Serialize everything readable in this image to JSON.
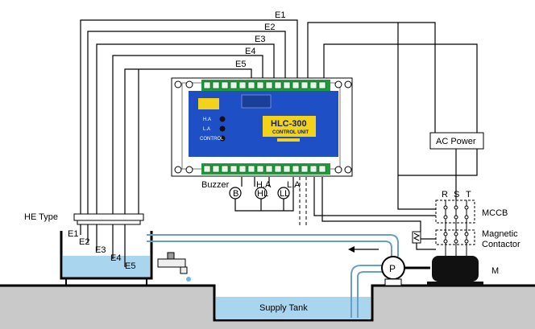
{
  "labels": {
    "e1": "E1",
    "e2": "E2",
    "e3": "E3",
    "e4": "E4",
    "e5": "E5",
    "ac_power": "AC Power",
    "buzzer": "Buzzer",
    "ha": "H.A",
    "la": "L.A",
    "buzzer_symbol": "B",
    "hl_symbol": "HL",
    "ll_symbol": "LL",
    "mccb": "MCCB",
    "r": "R",
    "s": "S",
    "t": "T",
    "magnetic": "Magnetic",
    "contactor": "Contactor",
    "motor": "M",
    "pump": "P",
    "he_type": "HE Type",
    "supply_tank": "Supply Tank",
    "tank_e1": "E1",
    "tank_e2": "E2",
    "tank_e3": "E3",
    "tank_e4": "E4",
    "tank_e5": "E5"
  },
  "control_unit": {
    "model": "HLC-300",
    "subtitle": "CONTROL UNIT",
    "led_h": "H.A",
    "led_l": "L.A",
    "led_control": "CONTROL"
  },
  "colors": {
    "panel_blue": "#1f4fc4",
    "terminal_green": "#1f9a3a",
    "water": "#a9d5ef",
    "ground": "#c9c9c9",
    "yellow_tag": "#f3d21a"
  }
}
